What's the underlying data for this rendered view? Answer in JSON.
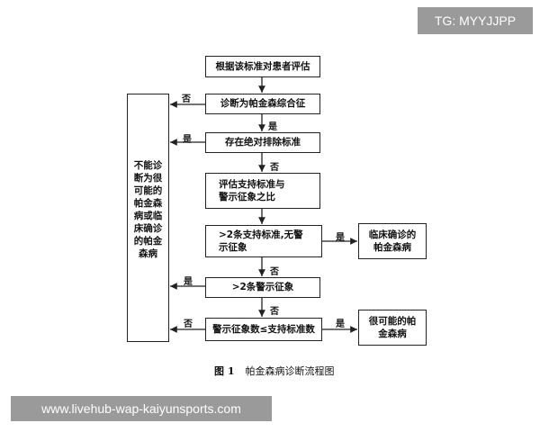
{
  "watermark_top": "TG: MYYJJPP",
  "watermark_bottom": "www.livehub-wap-kaiyunsports.com",
  "diagram": {
    "nodes": {
      "evaluate": "根据该标准对患者评估",
      "diagnose_pds": "诊断为帕金森综合征",
      "absolute_exclusion": "存在绝对排除标准",
      "evaluate_support": "评估支持标准与警示征象之比",
      "gt2_support": ">2条支持标准,无警示征象",
      "gt2_warning": ">2条警示征象",
      "warning_le_support": "警示征象数≤支持标准数",
      "clinically_confirmed": "临床确诊的帕金森病",
      "probable_pd": "很可能的帕金森病",
      "not_diagnosed": "不能诊断为很可能的帕金森病或临床确诊的帕金森病"
    },
    "labels": {
      "no_1": "否",
      "yes_1": "是",
      "yes_2": "是",
      "no_2": "否",
      "yes_3": "是",
      "no_3": "否",
      "yes_4": "是",
      "no_4": "否",
      "no_5": "否",
      "yes_5": "是"
    },
    "caption_number": "图 1",
    "caption_text": "帕金森病诊断流程图"
  }
}
